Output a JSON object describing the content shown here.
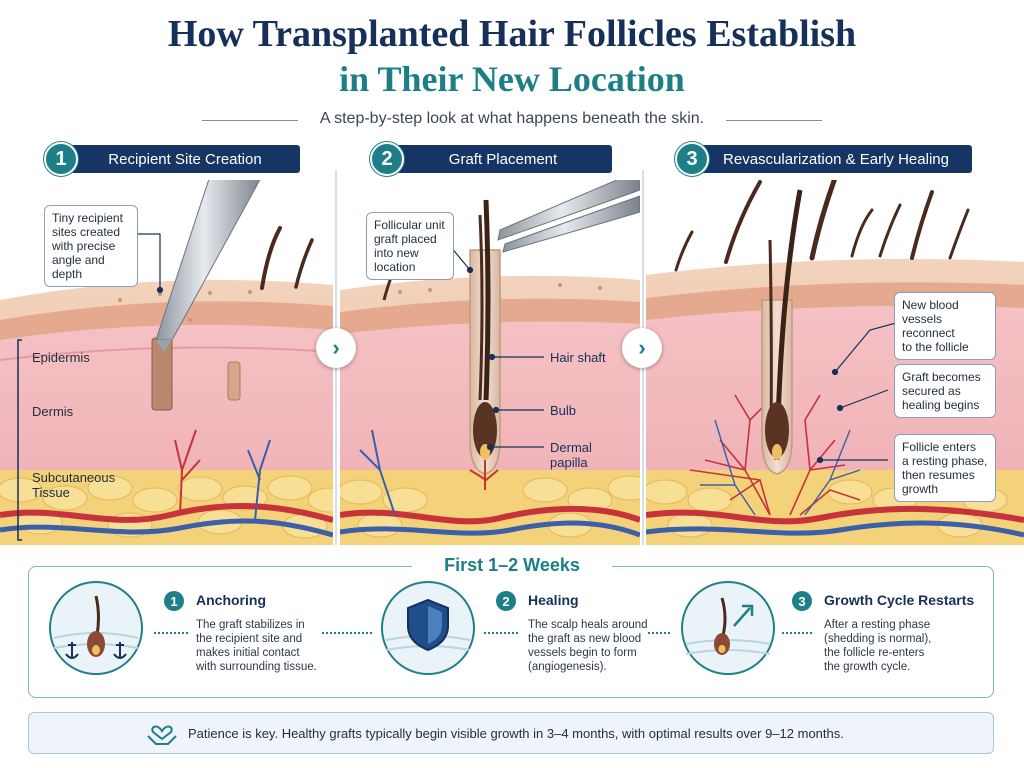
{
  "header": {
    "title_line1": "How Transplanted Hair Follicles Establish",
    "title_line2": "in Their New Location",
    "subtitle": "A step-by-step look at what happens beneath the skin."
  },
  "panels": [
    {
      "number": "1",
      "title": "Recipient Site Creation",
      "callout": [
        "Tiny recipient",
        "sites created",
        "with precise",
        "angle and depth"
      ],
      "layers": {
        "epidermis": "Epidermis",
        "dermis": "Dermis",
        "subcutaneous": [
          "Subcutaneous",
          "Tissue"
        ]
      }
    },
    {
      "number": "2",
      "title": "Graft Placement",
      "callout": [
        "Follicular unit",
        "graft placed",
        "into new",
        "location"
      ],
      "labels": {
        "hair_shaft": "Hair shaft",
        "bulb": "Bulb",
        "dermal_papilla": [
          "Dermal",
          "papilla"
        ]
      }
    },
    {
      "number": "3",
      "title": "Revascularization & Early Healing",
      "callouts": [
        [
          "New blood",
          "vessels reconnect",
          "to the follicle"
        ],
        [
          "Graft becomes",
          "secured as",
          "healing begins"
        ],
        [
          "Follicle enters",
          "a resting phase,",
          "then resumes",
          "growth"
        ]
      ]
    }
  ],
  "timeline": {
    "title": "First 1–2 Weeks",
    "steps": [
      {
        "number": "1",
        "title": "Anchoring",
        "desc": [
          "The graft stabilizes in",
          "the recipient site and",
          "makes initial contact",
          "with surrounding tissue."
        ],
        "icon": "anchor-icon"
      },
      {
        "number": "2",
        "title": "Healing",
        "desc": [
          "The scalp heals around",
          "the graft as new blood",
          "vessels begin to form",
          "(angiogenesis)."
        ],
        "icon": "shield-icon"
      },
      {
        "number": "3",
        "title": "Growth Cycle Restarts",
        "desc": [
          "After a resting phase",
          "(shedding is normal),",
          "the follicle re-enters",
          "the growth cycle."
        ],
        "icon": "growth-arrow-icon"
      }
    ]
  },
  "footer": {
    "text": "Patience is key. Healthy grafts typically begin visible growth in 3–4 months, with optimal results over 9–12 months.",
    "icon": "heart-hands-icon"
  },
  "nav": {
    "next_glyph": "›"
  },
  "colors": {
    "navy": "#173564",
    "teal": "#1f7f88",
    "skin": "#f0c9b0",
    "dermis": "#f2b9bd",
    "fat": "#f3d27a",
    "artery": "#c8323a",
    "vein": "#3b5fa8"
  }
}
